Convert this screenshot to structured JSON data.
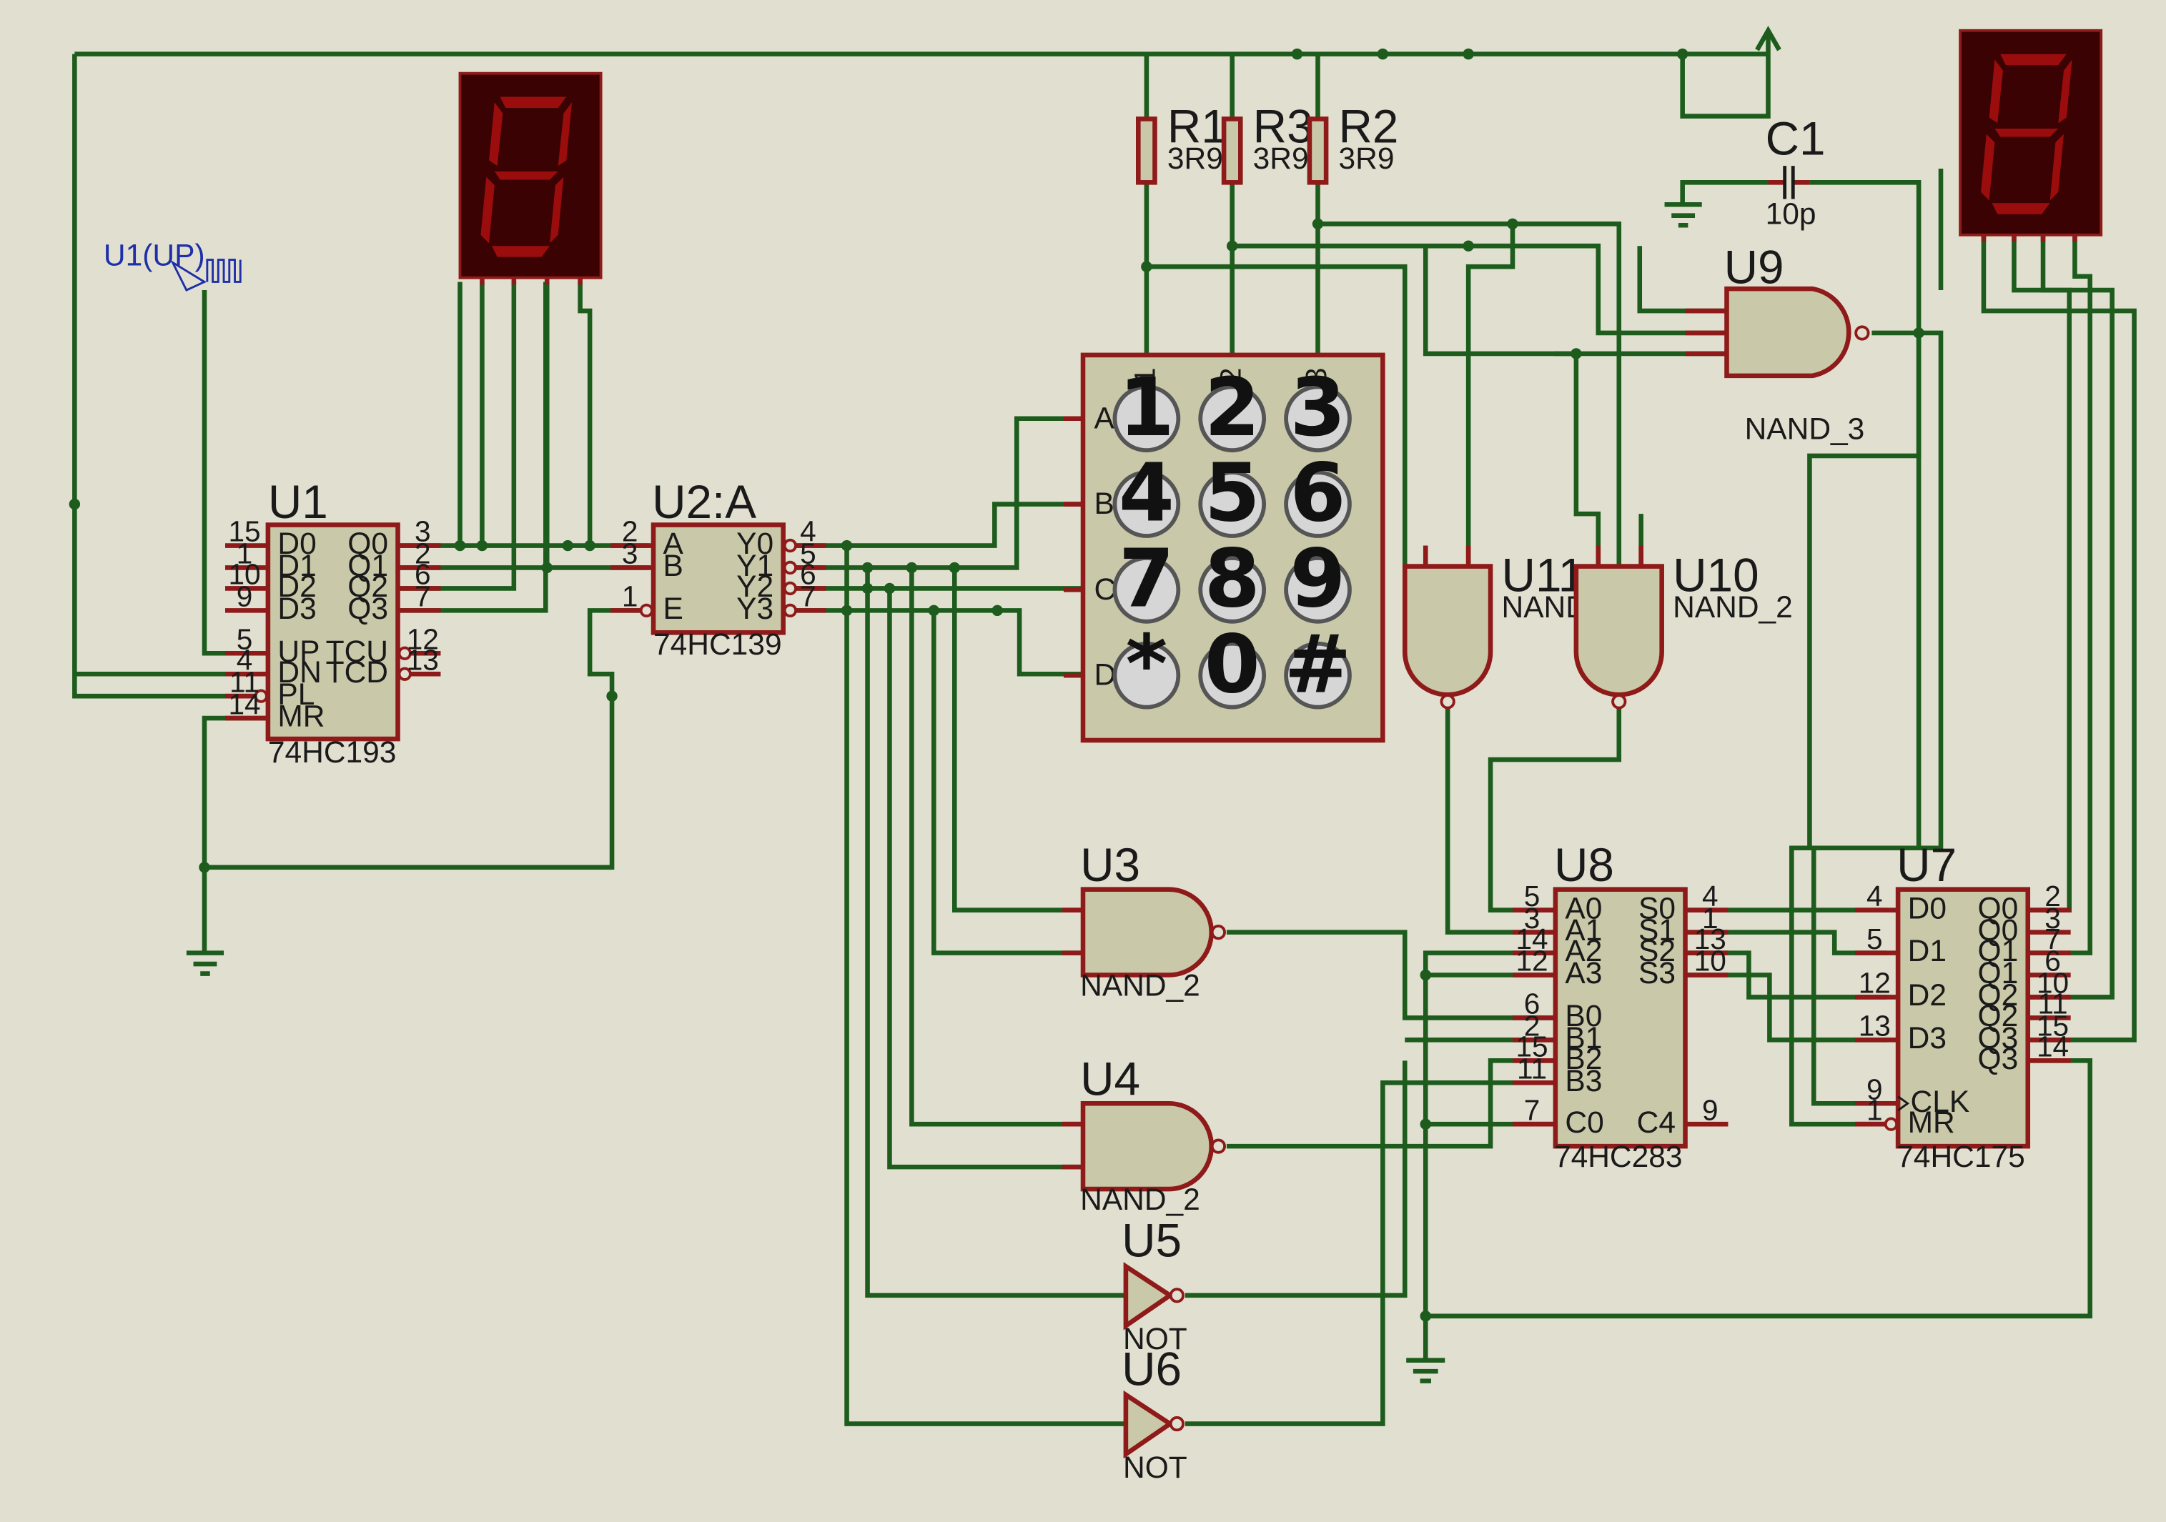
{
  "components": {
    "U1": {
      "ref": "U1",
      "part": "74HC193",
      "left_pins": [
        {
          "num": "15",
          "name": "D0"
        },
        {
          "num": "1",
          "name": "D1"
        },
        {
          "num": "10",
          "name": "D2"
        },
        {
          "num": "9",
          "name": "D3"
        },
        {
          "num": "5",
          "name": "UP"
        },
        {
          "num": "4",
          "name": "DN"
        },
        {
          "num": "11",
          "name": "PL"
        },
        {
          "num": "14",
          "name": "MR"
        }
      ],
      "right_pins": [
        {
          "num": "3",
          "name": "Q0"
        },
        {
          "num": "2",
          "name": "Q1"
        },
        {
          "num": "6",
          "name": "Q2"
        },
        {
          "num": "7",
          "name": "Q3"
        },
        {
          "num": "12",
          "name": "TCU"
        },
        {
          "num": "13",
          "name": "TCD"
        }
      ]
    },
    "U2": {
      "ref": "U2:A",
      "part": "74HC139",
      "left_pins": [
        {
          "num": "2",
          "name": "A"
        },
        {
          "num": "3",
          "name": "B"
        },
        {
          "num": "1",
          "name": "E"
        }
      ],
      "right_pins": [
        {
          "num": "4",
          "name": "Y0"
        },
        {
          "num": "5",
          "name": "Y1"
        },
        {
          "num": "6",
          "name": "Y2"
        },
        {
          "num": "7",
          "name": "Y3"
        }
      ]
    },
    "U8": {
      "ref": "U8",
      "part": "74HC283",
      "left_pins": [
        {
          "num": "5",
          "name": "A0"
        },
        {
          "num": "3",
          "name": "A1"
        },
        {
          "num": "14",
          "name": "A2"
        },
        {
          "num": "12",
          "name": "A3"
        },
        {
          "num": "6",
          "name": "B0"
        },
        {
          "num": "2",
          "name": "B1"
        },
        {
          "num": "15",
          "name": "B2"
        },
        {
          "num": "11",
          "name": "B3"
        },
        {
          "num": "7",
          "name": "C0"
        }
      ],
      "right_pins": [
        {
          "num": "4",
          "name": "S0"
        },
        {
          "num": "1",
          "name": "S1"
        },
        {
          "num": "13",
          "name": "S2"
        },
        {
          "num": "10",
          "name": "S3"
        },
        {
          "num": "9",
          "name": "C4"
        }
      ]
    },
    "U7": {
      "ref": "U7",
      "part": "74HC175",
      "left_pins": [
        {
          "num": "4",
          "name": "D0"
        },
        {
          "num": "5",
          "name": "D1"
        },
        {
          "num": "12",
          "name": "D2"
        },
        {
          "num": "13",
          "name": "D3"
        },
        {
          "num": "9",
          "name": "CLK"
        },
        {
          "num": "1",
          "name": "MR"
        }
      ],
      "right_pins": [
        {
          "num": "2",
          "name": "Q0"
        },
        {
          "num": "3",
          "name": "Q0"
        },
        {
          "num": "7",
          "name": "Q1"
        },
        {
          "num": "6",
          "name": "Q1"
        },
        {
          "num": "10",
          "name": "Q2"
        },
        {
          "num": "11",
          "name": "Q2"
        },
        {
          "num": "15",
          "name": "Q3"
        },
        {
          "num": "14",
          "name": "Q3"
        }
      ]
    },
    "U3": {
      "ref": "U3",
      "part": "NAND_2"
    },
    "U4": {
      "ref": "U4",
      "part": "NAND_2"
    },
    "U5": {
      "ref": "U5",
      "part": "NOT"
    },
    "U6": {
      "ref": "U6",
      "part": "NOT"
    },
    "U9": {
      "ref": "U9",
      "part": "NAND_3"
    },
    "U10": {
      "ref": "U10",
      "part": "NAND_2"
    },
    "U11": {
      "ref": "U11",
      "part": "NAND_2"
    },
    "R1": {
      "ref": "R1",
      "value": "3R9"
    },
    "R2": {
      "ref": "R2",
      "value": "3R9"
    },
    "R3": {
      "ref": "R3",
      "value": "3R9"
    },
    "C1": {
      "ref": "C1",
      "value": "10p"
    },
    "clock": {
      "label": "U1(UP)"
    }
  },
  "keypad": {
    "rows": [
      "A",
      "B",
      "C",
      "D"
    ],
    "cols": [
      "1",
      "2",
      "3"
    ],
    "keys": [
      "1",
      "2",
      "3",
      "4",
      "5",
      "6",
      "7",
      "8",
      "9",
      "*",
      "0",
      "#"
    ]
  },
  "colors": {
    "wire": "#1d5c1d",
    "pin": "#8e1a1a",
    "body": "#c9c8a9",
    "background": "#e1e0d0",
    "segment": "#9b0d0d"
  }
}
